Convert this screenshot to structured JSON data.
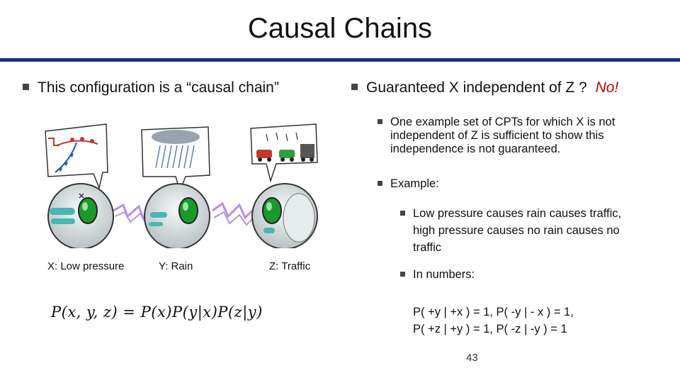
{
  "title": "Causal Chains",
  "left_bullet": "This configuration is a “causal chain”",
  "right_bullet": {
    "text": "Guaranteed X independent of Z ?",
    "answer": "No!"
  },
  "sub_bullets": {
    "cpts_line1": "One example set of CPTs for which X is not",
    "cpts_line2": "independent of Z is sufficient to show this",
    "cpts_line3": "independence is not guaranteed.",
    "example": "Example:",
    "causes_line1": "Low pressure causes rain causes traffic,",
    "causes_line2": "high pressure causes no rain causes no",
    "causes_line3": "traffic",
    "numbers": "In numbers:",
    "numbers_line1": "P( +y | +x ) = 1, P( -y | - x ) = 1,",
    "numbers_line2": "P( +z | +y ) = 1, P( -z | -y ) = 1"
  },
  "node_labels": {
    "x": "X: Low pressure",
    "y": "Y: Rain",
    "z": "Z: Traffic"
  },
  "formula": "P(x, y, z) = P(x)P(y|x)P(z|y)",
  "page_number": "43",
  "colors": {
    "rule": "#1f2f86",
    "answer": "#c00000",
    "eye": "#1a9a2a",
    "lightning": "#b98ee6"
  }
}
